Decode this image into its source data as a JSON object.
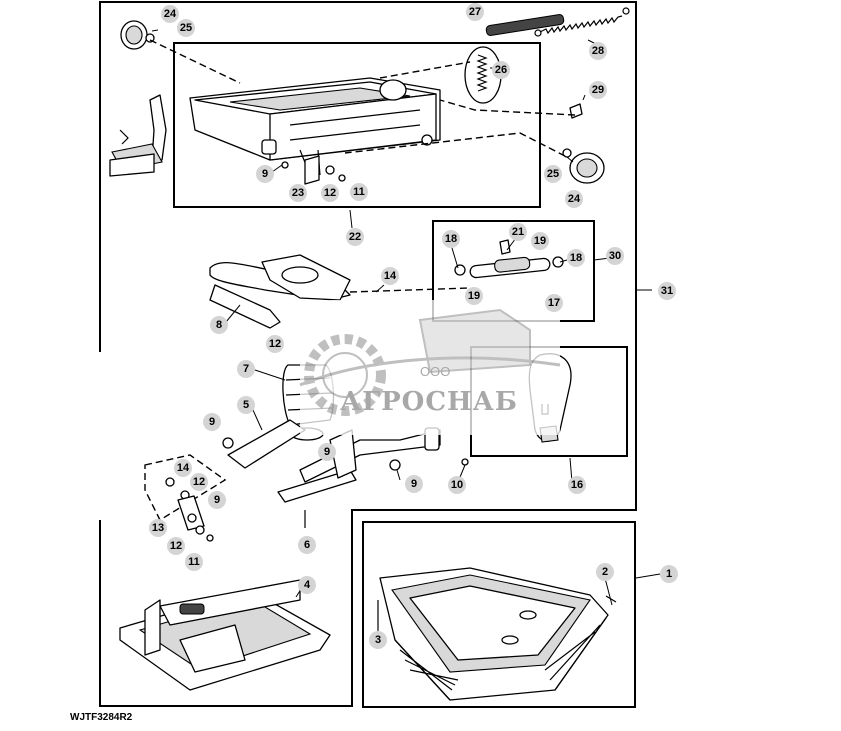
{
  "figure_code": "WJTF3284R2",
  "watermark": {
    "company": "ООО",
    "brand": "АГРОСНАБ"
  },
  "callouts": [
    {
      "id": "c-24a",
      "label": "24"
    },
    {
      "id": "c-25a",
      "label": "25"
    },
    {
      "id": "c-27",
      "label": "27"
    },
    {
      "id": "c-28",
      "label": "28"
    },
    {
      "id": "c-26",
      "label": "26"
    },
    {
      "id": "c-29",
      "label": "29"
    },
    {
      "id": "c-25b",
      "label": "25"
    },
    {
      "id": "c-24b",
      "label": "24"
    },
    {
      "id": "c-9a",
      "label": "9"
    },
    {
      "id": "c-23",
      "label": "23"
    },
    {
      "id": "c-12a",
      "label": "12"
    },
    {
      "id": "c-11a",
      "label": "11"
    },
    {
      "id": "c-22",
      "label": "22"
    },
    {
      "id": "c-18a",
      "label": "18"
    },
    {
      "id": "c-21",
      "label": "21"
    },
    {
      "id": "c-19a",
      "label": "19"
    },
    {
      "id": "c-18b",
      "label": "18"
    },
    {
      "id": "c-30",
      "label": "30"
    },
    {
      "id": "c-19b",
      "label": "19"
    },
    {
      "id": "c-17",
      "label": "17"
    },
    {
      "id": "c-31",
      "label": "31"
    },
    {
      "id": "c-14a",
      "label": "14"
    },
    {
      "id": "c-8",
      "label": "8"
    },
    {
      "id": "c-12b",
      "label": "12"
    },
    {
      "id": "c-7",
      "label": "7"
    },
    {
      "id": "c-5",
      "label": "5"
    },
    {
      "id": "c-9b",
      "label": "9"
    },
    {
      "id": "c-9c",
      "label": "9"
    },
    {
      "id": "c-9d",
      "label": "9"
    },
    {
      "id": "c-10",
      "label": "10"
    },
    {
      "id": "c-16",
      "label": "16"
    },
    {
      "id": "c-14b",
      "label": "14"
    },
    {
      "id": "c-12c",
      "label": "12"
    },
    {
      "id": "c-9e",
      "label": "9"
    },
    {
      "id": "c-13",
      "label": "13"
    },
    {
      "id": "c-12d",
      "label": "12"
    },
    {
      "id": "c-11b",
      "label": "11"
    },
    {
      "id": "c-6",
      "label": "6"
    },
    {
      "id": "c-4",
      "label": "4"
    },
    {
      "id": "c-2",
      "label": "2"
    },
    {
      "id": "c-1",
      "label": "1"
    },
    {
      "id": "c-3",
      "label": "3"
    }
  ]
}
